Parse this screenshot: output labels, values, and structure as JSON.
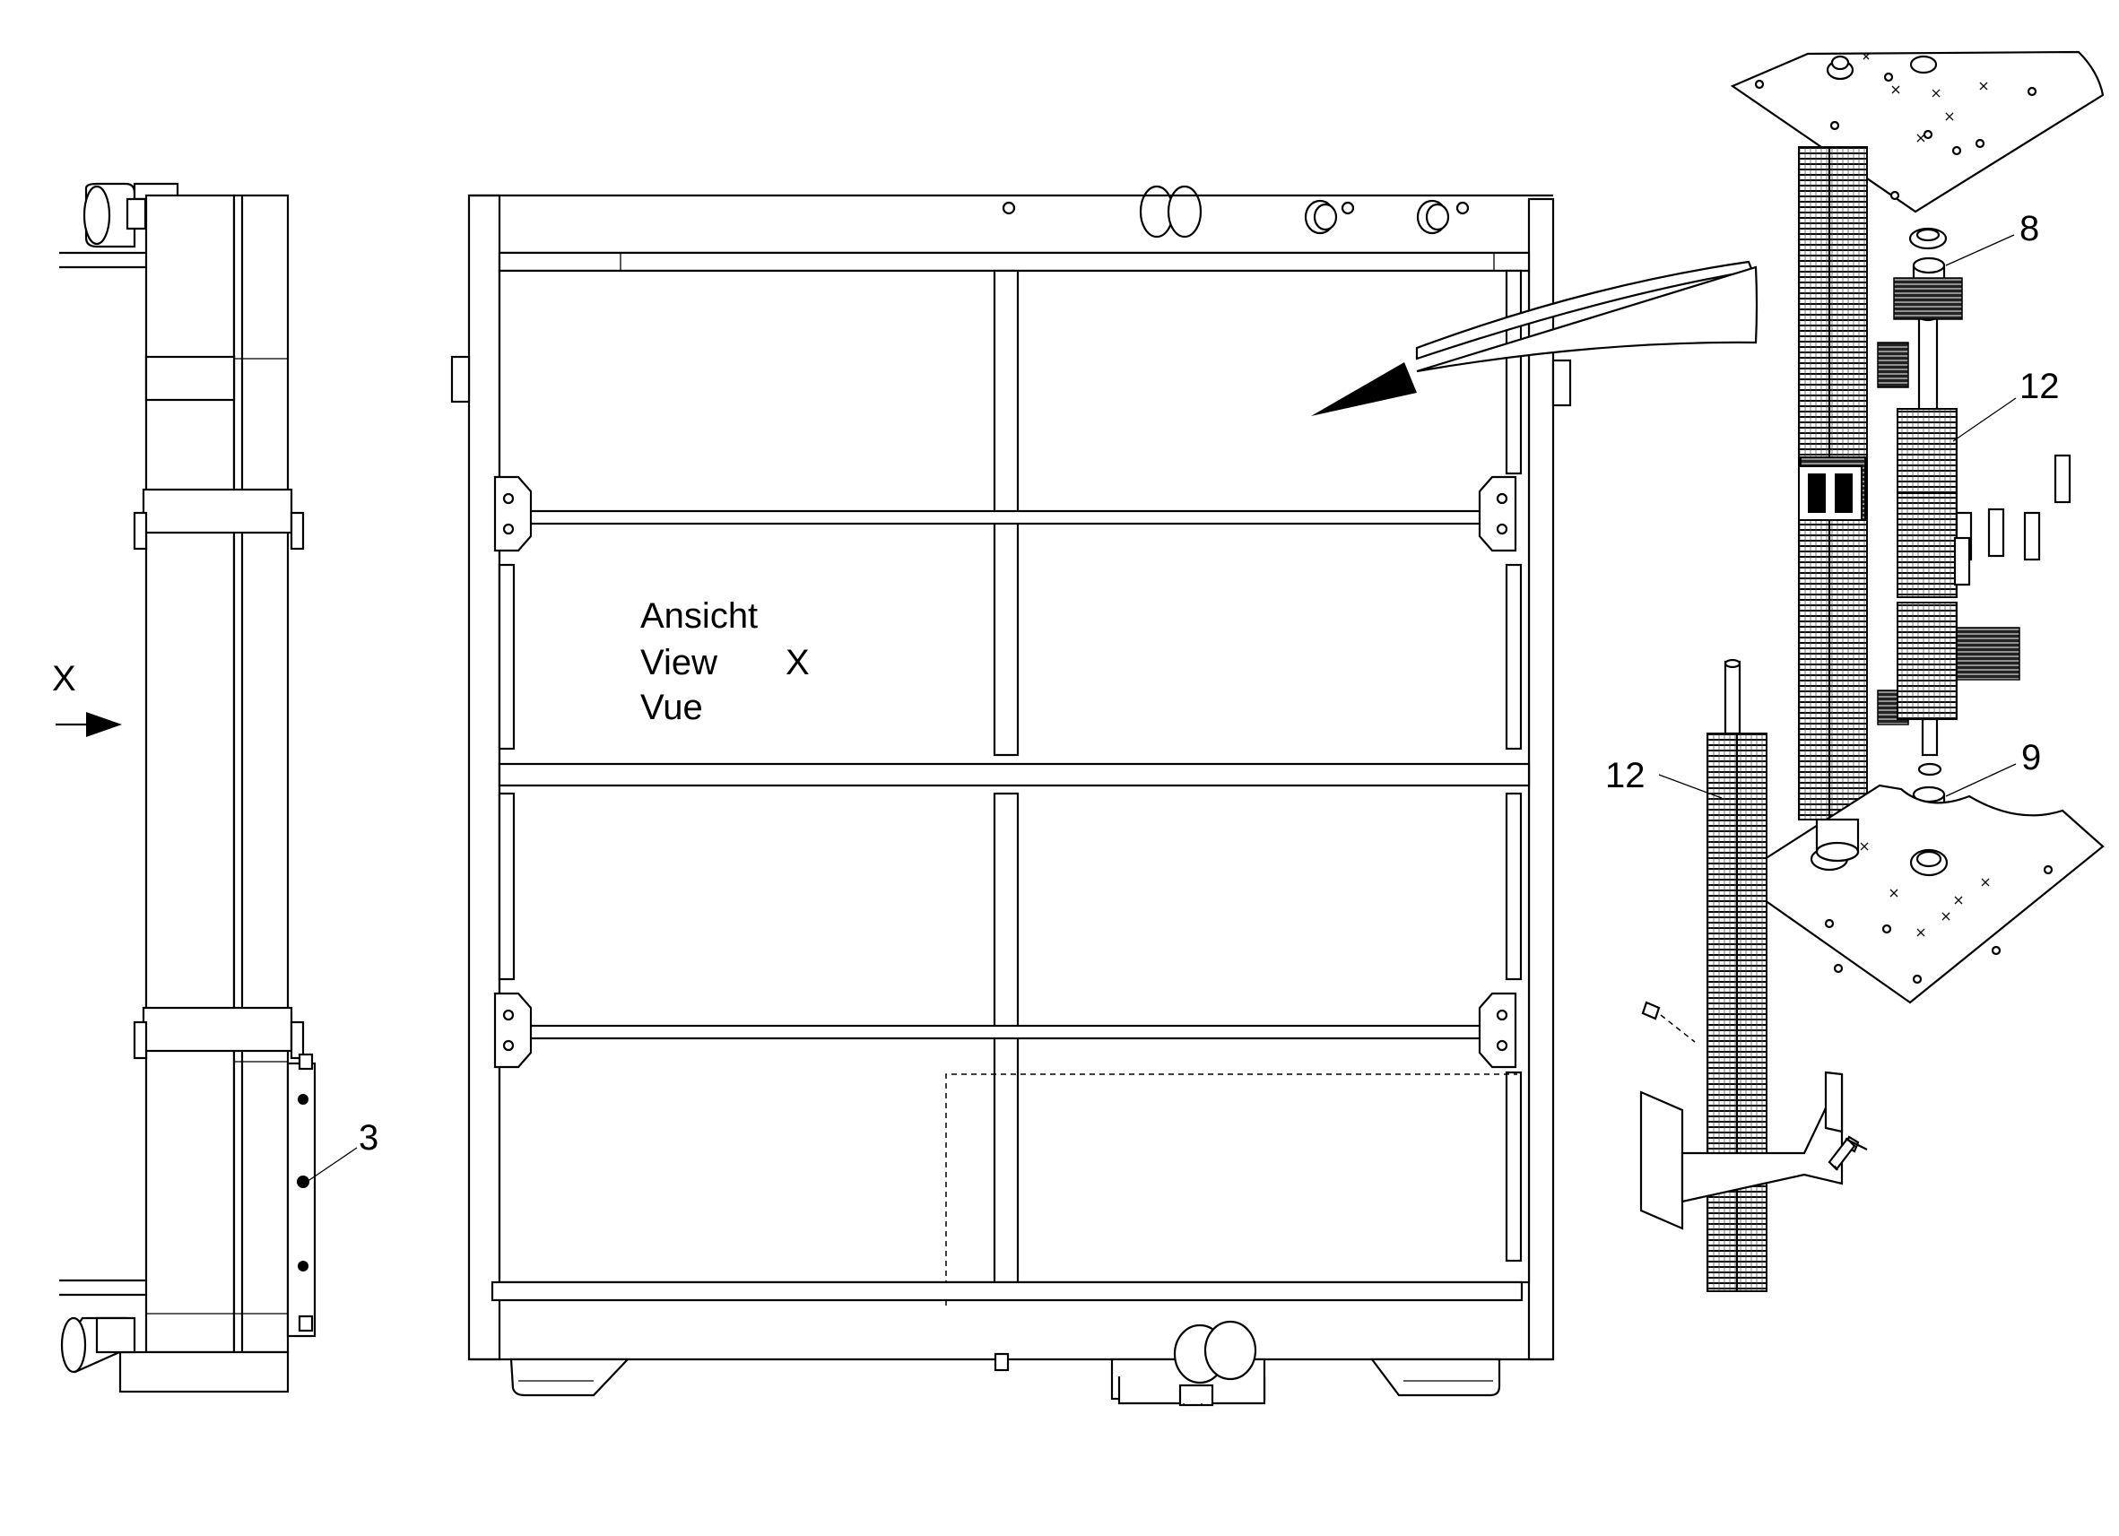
{
  "view_caption": {
    "line1": "Ansicht",
    "line2": "View",
    "line2_marker": "X",
    "line3": "Vue"
  },
  "view_arrow_label": "X",
  "callouts": {
    "left_part": "3",
    "seal_top": "8",
    "fin_block_right": "12",
    "seal_bottom": "9",
    "fin_block_left": "12"
  },
  "colors": {
    "line": "#000000",
    "background": "#ffffff"
  }
}
